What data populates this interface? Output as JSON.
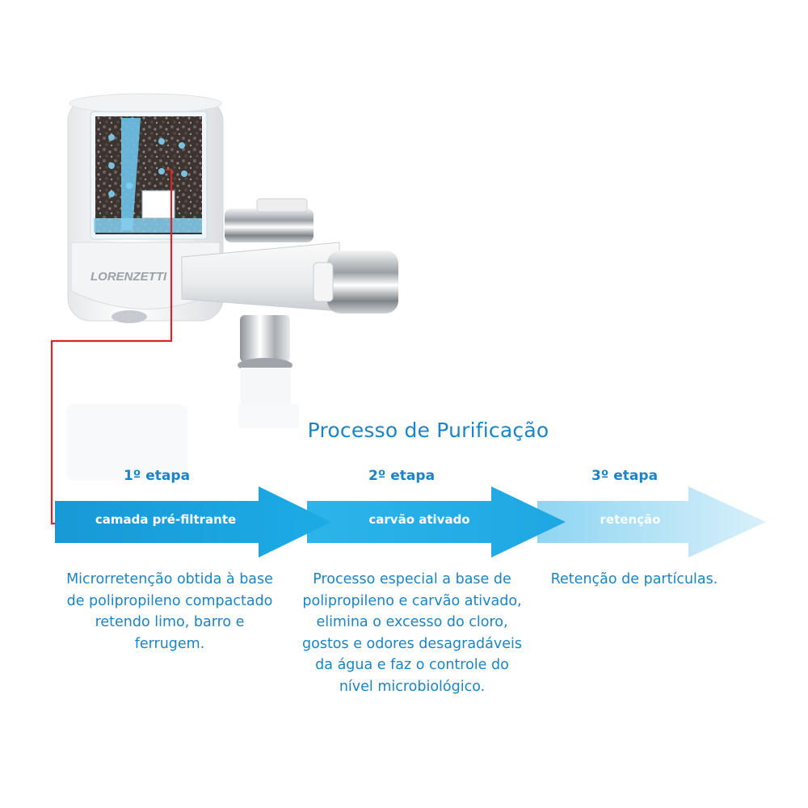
{
  "diagram": {
    "brand": "LORENZETTI",
    "title": "Processo de Purificação",
    "steps": [
      {
        "label": "1º etapa",
        "arrow_text": "camada pré-filtrante",
        "description_lines": [
          "Microrretenção obtida à base",
          "de polipropileno compactado",
          "retendo limo, barro e",
          "ferrugem."
        ]
      },
      {
        "label": "2º etapa",
        "arrow_text": "carvão ativado",
        "description_lines": [
          "Processo especial a base de",
          "polipropileno e carvão ativado,",
          "elimina o excesso do cloro,",
          "gostos e odores desagradáveis",
          "da água e faz o controle do",
          "nível microbiológico."
        ]
      },
      {
        "label": "3º etapa",
        "arrow_text": "retenção",
        "description_lines": [
          "Retenção de partículas."
        ]
      }
    ],
    "colors": {
      "text_blue": "#1a84c4",
      "arrow_1": "#1aa3de",
      "arrow_2": "#22b3e8",
      "arrow_3": "#b8e4f6",
      "connector_red": "#d6262b"
    }
  }
}
